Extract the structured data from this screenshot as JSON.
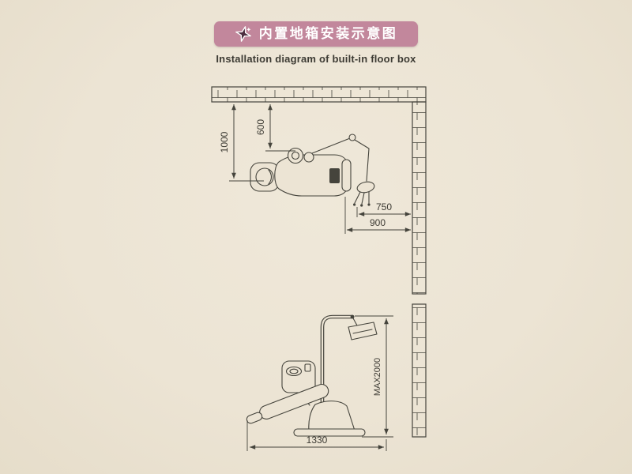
{
  "colors": {
    "background": "#ece4d4",
    "banner": "#c2879c",
    "line": "#45443c",
    "text": "#3c3a33",
    "banner_text": "#ffffff"
  },
  "header": {
    "banner_title": "内置地箱安装示意图",
    "subtitle": "Installation diagram of built-in floor box",
    "banner_icon": "sparkle-star-icon"
  },
  "diagram_top": {
    "dimensions": {
      "wall_to_chair_center": "1000",
      "wall_to_unit": "600",
      "assistant_unit_to_wall": "750",
      "chair_to_wall": "900"
    }
  },
  "diagram_bottom": {
    "dimensions": {
      "max_height": "MAX2000",
      "chair_footprint": "1330"
    }
  }
}
